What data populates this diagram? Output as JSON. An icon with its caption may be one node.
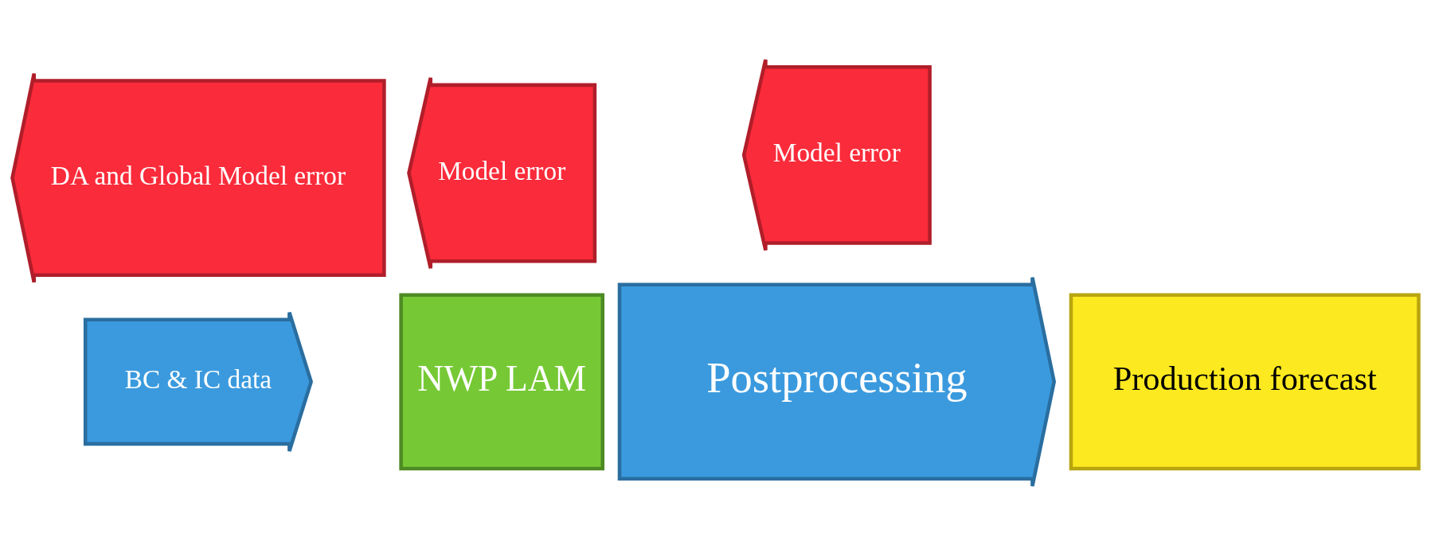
{
  "diagram": {
    "nodes": [
      {
        "text": [
          "DA and Global Model error"
        ]
      },
      {
        "text": [
          "Model error"
        ]
      },
      {
        "text": [
          "Model error"
        ]
      },
      {
        "text": [
          "BC & IC data"
        ]
      },
      {
        "text": [
          "NWP LAM"
        ]
      },
      {
        "text": [
          "Postprocessing"
        ]
      },
      {
        "text": [
          "Production forecast"
        ]
      }
    ]
  }
}
